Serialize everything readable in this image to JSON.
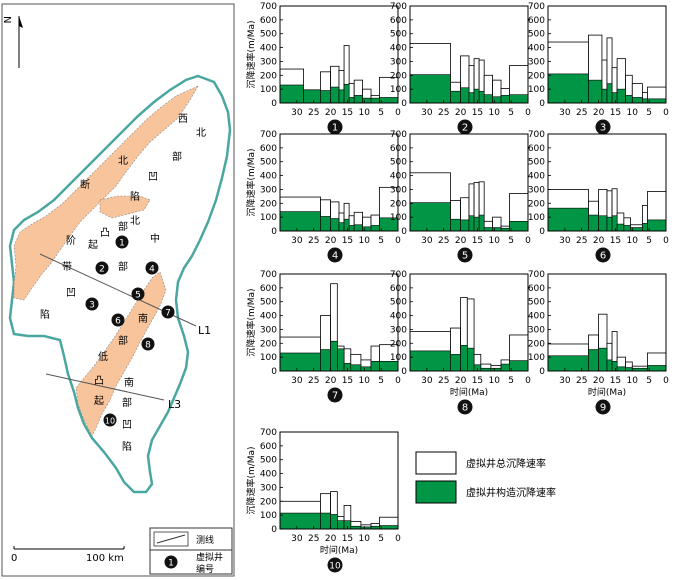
{
  "map": {
    "north_label": "N",
    "scale_zero": "0",
    "scale_label": "100 km",
    "legend_line_label": "测线",
    "legend_well_label1": "虚拟井",
    "legend_well_label2": "编号",
    "legend_well_symbol": "1",
    "line_labels": [
      "L1",
      "L3"
    ],
    "region_labels": [
      "西",
      "北",
      "部",
      "凹",
      "陷",
      "北",
      "断",
      "部",
      "北",
      "中",
      "阶",
      "凸",
      "起",
      "带",
      "部",
      "凹",
      "陷",
      "南",
      "部",
      "低",
      "凸",
      "起",
      "南",
      "部",
      "凹",
      "陷"
    ],
    "wells": [
      "1",
      "2",
      "3",
      "4",
      "5",
      "6",
      "7",
      "8",
      "10"
    ],
    "colors": {
      "uplift": "#f8c49c",
      "basin_outline": "#4aa7a0",
      "line": "#555555"
    }
  },
  "legend": {
    "total_label": "虚拟井总沉降速率",
    "tectonic_label": "虚拟井构造沉降速率"
  },
  "chart_data": [
    {
      "type": "bar",
      "id": "1",
      "ylabel": "沉降速率(m/Ma)",
      "xlabel": "",
      "ylim": [
        0,
        700
      ],
      "yticks": [
        0,
        100,
        200,
        300,
        400,
        500,
        600,
        700
      ],
      "xlim": [
        35,
        0
      ],
      "xticks": [
        30,
        25,
        20,
        15,
        10,
        5,
        0
      ],
      "x_reversed": true,
      "bins": [
        {
          "x0": 35,
          "x1": 28,
          "total": 245,
          "tectonic": 130
        },
        {
          "x0": 28,
          "x1": 23,
          "total": 95,
          "tectonic": 95
        },
        {
          "x0": 23,
          "x1": 20,
          "total": 225,
          "tectonic": 90
        },
        {
          "x0": 20,
          "x1": 17.5,
          "total": 265,
          "tectonic": 115
        },
        {
          "x0": 17.5,
          "x1": 16,
          "total": 235,
          "tectonic": 95
        },
        {
          "x0": 16,
          "x1": 14.5,
          "total": 415,
          "tectonic": 135
        },
        {
          "x0": 14.5,
          "x1": 13,
          "total": 140,
          "tectonic": 40
        },
        {
          "x0": 13,
          "x1": 10.5,
          "total": 165,
          "tectonic": 55
        },
        {
          "x0": 10.5,
          "x1": 8,
          "total": 100,
          "tectonic": 35
        },
        {
          "x0": 8,
          "x1": 5.5,
          "total": 55,
          "tectonic": 35
        },
        {
          "x0": 5.5,
          "x1": 0,
          "total": 185,
          "tectonic": 40
        }
      ],
      "colors": {
        "total": "#ffffff",
        "tectonic": "#009645"
      }
    },
    {
      "type": "bar",
      "id": "2",
      "ylabel": "",
      "xlabel": "",
      "ylim": [
        0,
        700
      ],
      "yticks": [
        0,
        100,
        200,
        300,
        400,
        500,
        600,
        700
      ],
      "xlim": [
        35,
        0
      ],
      "xticks": [
        30,
        25,
        20,
        15,
        10,
        5,
        0
      ],
      "x_reversed": true,
      "bins": [
        {
          "x0": 35,
          "x1": 23,
          "total": 430,
          "tectonic": 205
        },
        {
          "x0": 23,
          "x1": 20,
          "total": 150,
          "tectonic": 85
        },
        {
          "x0": 20,
          "x1": 17.5,
          "total": 340,
          "tectonic": 110
        },
        {
          "x0": 17.5,
          "x1": 16,
          "total": 270,
          "tectonic": 75
        },
        {
          "x0": 16,
          "x1": 14.5,
          "total": 320,
          "tectonic": 100
        },
        {
          "x0": 14.5,
          "x1": 13,
          "total": 310,
          "tectonic": 85
        },
        {
          "x0": 13,
          "x1": 10.5,
          "total": 200,
          "tectonic": 60
        },
        {
          "x0": 10.5,
          "x1": 8,
          "total": 165,
          "tectonic": 45
        },
        {
          "x0": 8,
          "x1": 5.5,
          "total": 105,
          "tectonic": 55
        },
        {
          "x0": 5.5,
          "x1": 0,
          "total": 270,
          "tectonic": 60
        }
      ],
      "colors": {
        "total": "#ffffff",
        "tectonic": "#009645"
      }
    },
    {
      "type": "bar",
      "id": "3",
      "ylabel": "",
      "xlabel": "",
      "ylim": [
        0,
        700
      ],
      "yticks": [
        0,
        100,
        200,
        300,
        400,
        500,
        600,
        700
      ],
      "xlim": [
        35,
        0
      ],
      "xticks": [
        30,
        25,
        20,
        15,
        10,
        5,
        0
      ],
      "x_reversed": true,
      "bins": [
        {
          "x0": 35,
          "x1": 23,
          "total": 440,
          "tectonic": 210
        },
        {
          "x0": 23,
          "x1": 19,
          "total": 490,
          "tectonic": 165
        },
        {
          "x0": 19,
          "x1": 17.5,
          "total": 310,
          "tectonic": 100
        },
        {
          "x0": 17.5,
          "x1": 16,
          "total": 470,
          "tectonic": 140
        },
        {
          "x0": 16,
          "x1": 14.5,
          "total": 255,
          "tectonic": 75
        },
        {
          "x0": 14.5,
          "x1": 12,
          "total": 320,
          "tectonic": 100
        },
        {
          "x0": 12,
          "x1": 10,
          "total": 200,
          "tectonic": 55
        },
        {
          "x0": 10,
          "x1": 7,
          "total": 140,
          "tectonic": 40
        },
        {
          "x0": 7,
          "x1": 5.5,
          "total": 75,
          "tectonic": 30
        },
        {
          "x0": 5.5,
          "x1": 0,
          "total": 115,
          "tectonic": 30
        }
      ],
      "colors": {
        "total": "#ffffff",
        "tectonic": "#009645"
      }
    },
    {
      "type": "bar",
      "id": "4",
      "ylabel": "沉降速率(m/Ma)",
      "xlabel": "",
      "ylim": [
        0,
        700
      ],
      "yticks": [
        0,
        100,
        200,
        300,
        400,
        500,
        600,
        700
      ],
      "xlim": [
        35,
        0
      ],
      "xticks": [
        30,
        25,
        20,
        15,
        10,
        5,
        0
      ],
      "x_reversed": true,
      "bins": [
        {
          "x0": 35,
          "x1": 23,
          "total": 245,
          "tectonic": 140
        },
        {
          "x0": 23,
          "x1": 20,
          "total": 225,
          "tectonic": 105
        },
        {
          "x0": 20,
          "x1": 17.5,
          "total": 210,
          "tectonic": 90
        },
        {
          "x0": 17.5,
          "x1": 16,
          "total": 130,
          "tectonic": 60
        },
        {
          "x0": 16,
          "x1": 14.5,
          "total": 200,
          "tectonic": 85
        },
        {
          "x0": 14.5,
          "x1": 13,
          "total": 110,
          "tectonic": 40
        },
        {
          "x0": 13,
          "x1": 10.5,
          "total": 135,
          "tectonic": 45
        },
        {
          "x0": 10.5,
          "x1": 8,
          "total": 100,
          "tectonic": 30
        },
        {
          "x0": 8,
          "x1": 5.5,
          "total": 115,
          "tectonic": 40
        },
        {
          "x0": 5.5,
          "x1": 0,
          "total": 315,
          "tectonic": 95
        }
      ],
      "colors": {
        "total": "#ffffff",
        "tectonic": "#009645"
      }
    },
    {
      "type": "bar",
      "id": "5",
      "ylabel": "",
      "xlabel": "",
      "ylim": [
        0,
        700
      ],
      "yticks": [
        0,
        100,
        200,
        300,
        400,
        500,
        600,
        700
      ],
      "xlim": [
        35,
        0
      ],
      "xticks": [
        30,
        25,
        20,
        15,
        10,
        5,
        0
      ],
      "x_reversed": true,
      "bins": [
        {
          "x0": 35,
          "x1": 23,
          "total": 420,
          "tectonic": 205
        },
        {
          "x0": 23,
          "x1": 20,
          "total": 220,
          "tectonic": 85
        },
        {
          "x0": 20,
          "x1": 17.5,
          "total": 240,
          "tectonic": 80
        },
        {
          "x0": 17.5,
          "x1": 16,
          "total": 340,
          "tectonic": 110
        },
        {
          "x0": 16,
          "x1": 14.5,
          "total": 350,
          "tectonic": 100
        },
        {
          "x0": 14.5,
          "x1": 13,
          "total": 355,
          "tectonic": 115
        },
        {
          "x0": 13,
          "x1": 10.5,
          "total": 70,
          "tectonic": 25
        },
        {
          "x0": 10.5,
          "x1": 8,
          "total": 100,
          "tectonic": 25
        },
        {
          "x0": 8,
          "x1": 5.5,
          "total": 35,
          "tectonic": 20
        },
        {
          "x0": 5.5,
          "x1": 0,
          "total": 270,
          "tectonic": 70
        }
      ],
      "colors": {
        "total": "#ffffff",
        "tectonic": "#009645"
      }
    },
    {
      "type": "bar",
      "id": "6",
      "ylabel": "",
      "xlabel": "",
      "ylim": [
        0,
        700
      ],
      "yticks": [
        0,
        100,
        200,
        300,
        400,
        500,
        600,
        700
      ],
      "xlim": [
        35,
        0
      ],
      "xticks": [
        30,
        25,
        20,
        15,
        10,
        5,
        0
      ],
      "x_reversed": true,
      "bins": [
        {
          "x0": 35,
          "x1": 23,
          "total": 300,
          "tectonic": 165
        },
        {
          "x0": 23,
          "x1": 20,
          "total": 215,
          "tectonic": 115
        },
        {
          "x0": 20,
          "x1": 17.5,
          "total": 300,
          "tectonic": 110
        },
        {
          "x0": 17.5,
          "x1": 16,
          "total": 290,
          "tectonic": 100
        },
        {
          "x0": 16,
          "x1": 14.5,
          "total": 305,
          "tectonic": 110
        },
        {
          "x0": 14.5,
          "x1": 12.5,
          "total": 130,
          "tectonic": 50
        },
        {
          "x0": 12.5,
          "x1": 10.5,
          "total": 95,
          "tectonic": 40
        },
        {
          "x0": 10.5,
          "x1": 7,
          "total": 45,
          "tectonic": 25
        },
        {
          "x0": 7,
          "x1": 5.5,
          "total": 185,
          "tectonic": 55
        },
        {
          "x0": 5.5,
          "x1": 0,
          "total": 285,
          "tectonic": 80
        }
      ],
      "colors": {
        "total": "#ffffff",
        "tectonic": "#009645"
      }
    },
    {
      "type": "bar",
      "id": "7",
      "ylabel": "沉降速率(m/Ma)",
      "xlabel": "",
      "ylim": [
        0,
        700
      ],
      "yticks": [
        0,
        100,
        200,
        300,
        400,
        500,
        600,
        700
      ],
      "xlim": [
        35,
        0
      ],
      "xticks": [
        30,
        25,
        20,
        15,
        10,
        5,
        0
      ],
      "x_reversed": true,
      "bins": [
        {
          "x0": 35,
          "x1": 23,
          "total": 245,
          "tectonic": 130
        },
        {
          "x0": 23,
          "x1": 20,
          "total": 400,
          "tectonic": 155
        },
        {
          "x0": 20,
          "x1": 18,
          "total": 630,
          "tectonic": 215
        },
        {
          "x0": 18,
          "x1": 16,
          "total": 180,
          "tectonic": 160
        },
        {
          "x0": 16,
          "x1": 14,
          "total": 160,
          "tectonic": 55
        },
        {
          "x0": 14,
          "x1": 11,
          "total": 120,
          "tectonic": 45
        },
        {
          "x0": 11,
          "x1": 8,
          "total": 80,
          "tectonic": 30
        },
        {
          "x0": 8,
          "x1": 5.5,
          "total": 180,
          "tectonic": 70
        },
        {
          "x0": 5.5,
          "x1": 0,
          "total": 190,
          "tectonic": 70
        }
      ],
      "colors": {
        "total": "#ffffff",
        "tectonic": "#009645"
      }
    },
    {
      "type": "bar",
      "id": "8",
      "ylabel": "",
      "xlabel": "时间(Ma)",
      "ylim": [
        0,
        700
      ],
      "yticks": [
        0,
        100,
        200,
        300,
        400,
        500,
        600,
        700
      ],
      "xlim": [
        35,
        0
      ],
      "xticks": [
        30,
        25,
        20,
        15,
        10,
        5,
        0
      ],
      "x_reversed": true,
      "bins": [
        {
          "x0": 35,
          "x1": 23,
          "total": 285,
          "tectonic": 145
        },
        {
          "x0": 23,
          "x1": 20,
          "total": 310,
          "tectonic": 120
        },
        {
          "x0": 20,
          "x1": 18,
          "total": 530,
          "tectonic": 185
        },
        {
          "x0": 18,
          "x1": 16,
          "total": 520,
          "tectonic": 165
        },
        {
          "x0": 16,
          "x1": 14,
          "total": 120,
          "tectonic": 45
        },
        {
          "x0": 14,
          "x1": 11,
          "total": 50,
          "tectonic": 20
        },
        {
          "x0": 11,
          "x1": 8,
          "total": 40,
          "tectonic": 20
        },
        {
          "x0": 8,
          "x1": 5.5,
          "total": 80,
          "tectonic": 50
        },
        {
          "x0": 5.5,
          "x1": 0,
          "total": 260,
          "tectonic": 75
        }
      ],
      "colors": {
        "total": "#ffffff",
        "tectonic": "#009645"
      }
    },
    {
      "type": "bar",
      "id": "9",
      "ylabel": "",
      "xlabel": "时间(Ma)",
      "ylim": [
        0,
        700
      ],
      "yticks": [
        0,
        100,
        200,
        300,
        400,
        500,
        600,
        700
      ],
      "xlim": [
        35,
        0
      ],
      "xticks": [
        30,
        25,
        20,
        15,
        10,
        5,
        0
      ],
      "x_reversed": true,
      "bins": [
        {
          "x0": 35,
          "x1": 23,
          "total": 195,
          "tectonic": 110
        },
        {
          "x0": 23,
          "x1": 20,
          "total": 260,
          "tectonic": 155
        },
        {
          "x0": 20,
          "x1": 17.5,
          "total": 410,
          "tectonic": 165
        },
        {
          "x0": 17.5,
          "x1": 16,
          "total": 200,
          "tectonic": 80
        },
        {
          "x0": 16,
          "x1": 14.5,
          "total": 285,
          "tectonic": 70
        },
        {
          "x0": 14.5,
          "x1": 12,
          "total": 100,
          "tectonic": 30
        },
        {
          "x0": 12,
          "x1": 10,
          "total": 65,
          "tectonic": 25
        },
        {
          "x0": 10,
          "x1": 5.5,
          "total": 35,
          "tectonic": 20
        },
        {
          "x0": 5.5,
          "x1": 0,
          "total": 130,
          "tectonic": 40
        }
      ],
      "colors": {
        "total": "#ffffff",
        "tectonic": "#009645"
      }
    },
    {
      "type": "bar",
      "id": "10",
      "ylabel": "沉降速率(m/Ma)",
      "xlabel": "时间(Ma)",
      "ylim": [
        0,
        700
      ],
      "yticks": [
        0,
        100,
        200,
        300,
        400,
        500,
        600,
        700
      ],
      "xlim": [
        35,
        0
      ],
      "xticks": [
        30,
        25,
        20,
        15,
        10,
        5,
        0
      ],
      "x_reversed": true,
      "bins": [
        {
          "x0": 35,
          "x1": 23,
          "total": 200,
          "tectonic": 115
        },
        {
          "x0": 23,
          "x1": 20,
          "total": 255,
          "tectonic": 115
        },
        {
          "x0": 20,
          "x1": 18,
          "total": 270,
          "tectonic": 105
        },
        {
          "x0": 18,
          "x1": 16,
          "total": 90,
          "tectonic": 60
        },
        {
          "x0": 16,
          "x1": 14,
          "total": 170,
          "tectonic": 60
        },
        {
          "x0": 14,
          "x1": 11,
          "total": 55,
          "tectonic": 20
        },
        {
          "x0": 11,
          "x1": 8,
          "total": 30,
          "tectonic": 15
        },
        {
          "x0": 8,
          "x1": 5.5,
          "total": 40,
          "tectonic": 20
        },
        {
          "x0": 5.5,
          "x1": 0,
          "total": 85,
          "tectonic": 25
        }
      ],
      "colors": {
        "total": "#ffffff",
        "tectonic": "#009645"
      }
    }
  ]
}
